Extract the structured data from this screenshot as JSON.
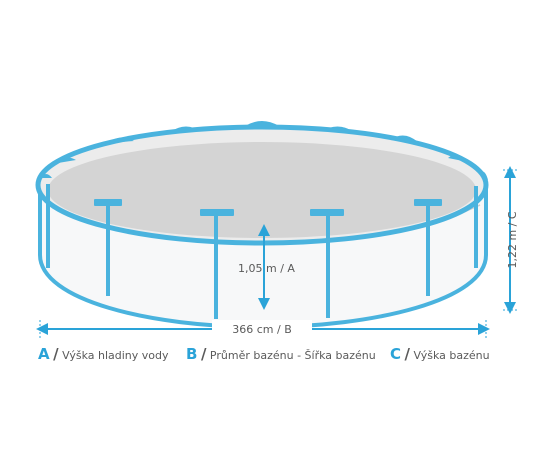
{
  "measurements": {
    "water_height": "1,05 m / A",
    "diameter": "366 cm / B",
    "pool_height": "1,22 m / C"
  },
  "legend": [
    {
      "letter": "A",
      "slash": "/",
      "text": "Výška hladiny vody"
    },
    {
      "letter": "B",
      "slash": "/",
      "text": "Průměr bazénu - Šířka bazénu"
    },
    {
      "letter": "C",
      "slash": "/",
      "text": "Výška bazénu"
    }
  ],
  "colors": {
    "frame": "#4ab3de",
    "cover": "#d4d4d4",
    "arrow": "#2aa3d8",
    "text": "#5a5a5a"
  }
}
